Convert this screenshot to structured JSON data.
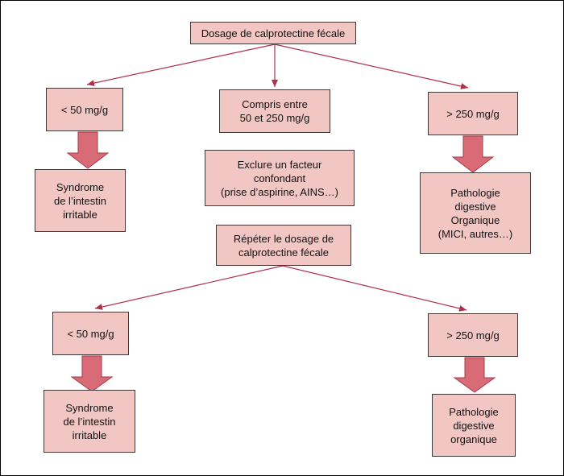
{
  "colors": {
    "box_fill": "#f2c6c3",
    "box_border": "#3a3a3a",
    "thin_arrow": "#b0304a",
    "block_arrow_fill": "#d96b77",
    "block_arrow_stroke": "#a63a4a"
  },
  "nodes": {
    "top": "Dosage de calprotectine fécale",
    "left_low": "< 50 mg/g",
    "middle": "Compris entre\n50 et 250 mg/g",
    "right_high": "> 250 mg/g",
    "left_result": "Syndrome\nde l’intestin\nirritable",
    "exclude": "Exclure un facteur\nconfondant\n(prise d’aspirine, AINS…)",
    "right_result": "Pathologie\ndigestive\nOrganique\n(MICI, autres…)",
    "repeat": "Répéter le dosage de\ncalprotectine fécale",
    "left_low_2": "< 50 mg/g",
    "right_high_2": "> 250 mg/g",
    "left_result_2": "Syndrome\nde l’intestin\nirritable",
    "right_result_2": "Pathologie\ndigestive\norganique"
  }
}
